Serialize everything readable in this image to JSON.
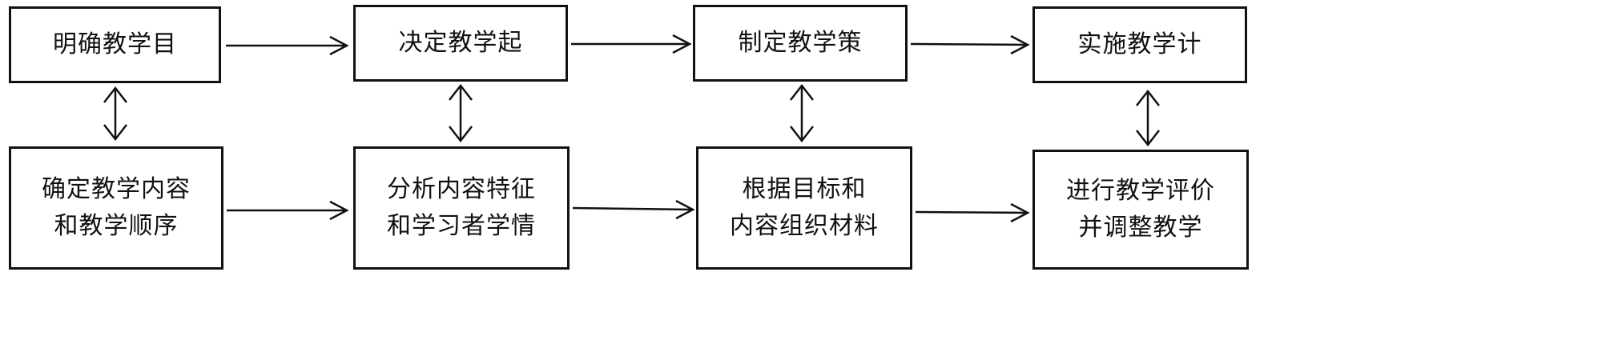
{
  "top_row": {
    "box1": "明确教学目",
    "box2": "决定教学起",
    "box3": "制定教学策",
    "box4": "实施教学计"
  },
  "bottom_row": {
    "box1": {
      "line1": "确定教学内容",
      "line2": "和教学顺序"
    },
    "box2": {
      "line1": "分析内容特征",
      "line2": "和学习者学情"
    },
    "box3": {
      "line1": "根据目标和",
      "line2": "内容组织材料"
    },
    "box4": {
      "line1": "进行教学评价",
      "line2": "并调整教学"
    }
  },
  "colors": {
    "stroke": "#111111",
    "background": "#ffffff"
  }
}
